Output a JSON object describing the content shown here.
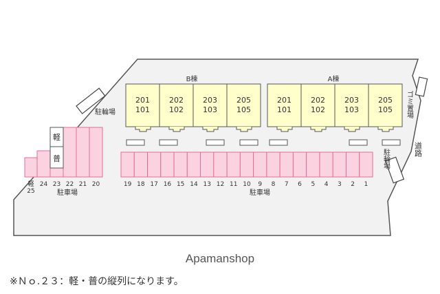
{
  "site": {
    "road_label": "道路",
    "trash_label": "ゴミ置場",
    "bike_labels": {
      "left": "駐輪場",
      "right": "駐輪場"
    }
  },
  "buildings": [
    {
      "name": "B棟",
      "units": [
        {
          "upper": "201",
          "lower": "101"
        },
        {
          "upper": "202",
          "lower": "102"
        },
        {
          "upper": "203",
          "lower": "103"
        },
        {
          "upper": "205",
          "lower": "105"
        }
      ]
    },
    {
      "name": "A棟",
      "units": [
        {
          "upper": "201",
          "lower": "101"
        },
        {
          "upper": "202",
          "lower": "102"
        },
        {
          "upper": "203",
          "lower": "103"
        },
        {
          "upper": "205",
          "lower": "105"
        }
      ]
    }
  ],
  "parking": {
    "main_label": "駐車場",
    "main_numbers": [
      "19",
      "18",
      "17",
      "16",
      "15",
      "14",
      "13",
      "12",
      "11",
      "10",
      "9",
      "8",
      "7",
      "6",
      "5",
      "4",
      "3",
      "2",
      "1"
    ],
    "left_label": "駐車場",
    "left_numbers": [
      "24",
      "23",
      "22",
      "21",
      "20"
    ],
    "kei_label": "軽",
    "kei_number": "25",
    "slot23_top": "軽",
    "slot23_bottom": "普"
  },
  "footer": {
    "brand": "Apamanshop",
    "note": "※Ｎｏ.２３：軽・普の縦列になります。"
  },
  "colors": {
    "ground": "#f2f2f2",
    "unit_fill": "#ffffcc",
    "parking_fill": "#fbd3e0",
    "parking_stroke": "#e46c93",
    "outline": "#555555"
  }
}
